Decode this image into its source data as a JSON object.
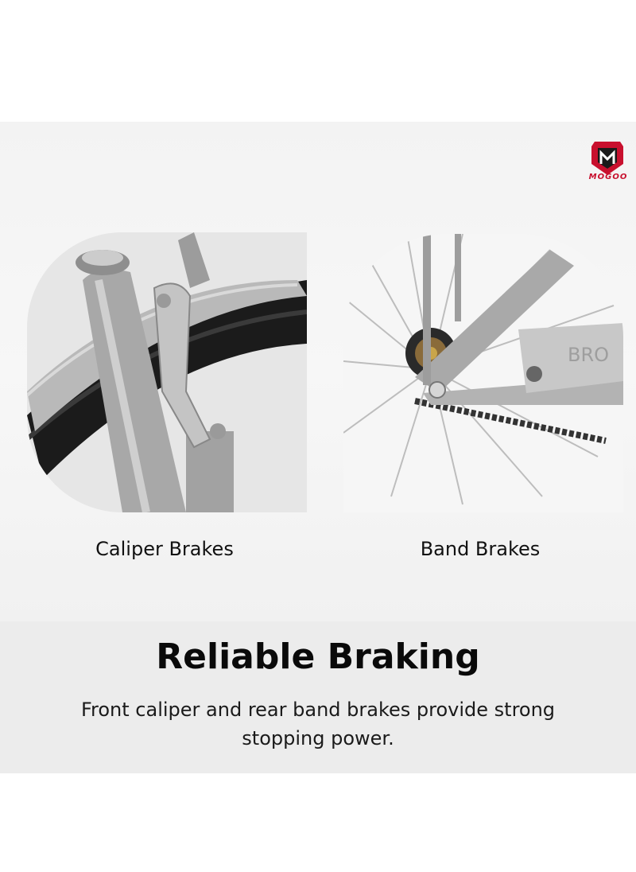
{
  "brand": {
    "name": "MOGOO"
  },
  "features": [
    {
      "caption": "Caliper Brakes"
    },
    {
      "caption": "Band Brakes"
    }
  ],
  "headline": "Reliable Braking",
  "description": "Front caliper and rear band brakes provide strong stopping power.",
  "photo_right": {
    "frame_text": "BRO"
  },
  "colors": {
    "brand_red": "#c8102e",
    "band_bg": "#ececec",
    "panel_bg": "#f4f4f4"
  }
}
